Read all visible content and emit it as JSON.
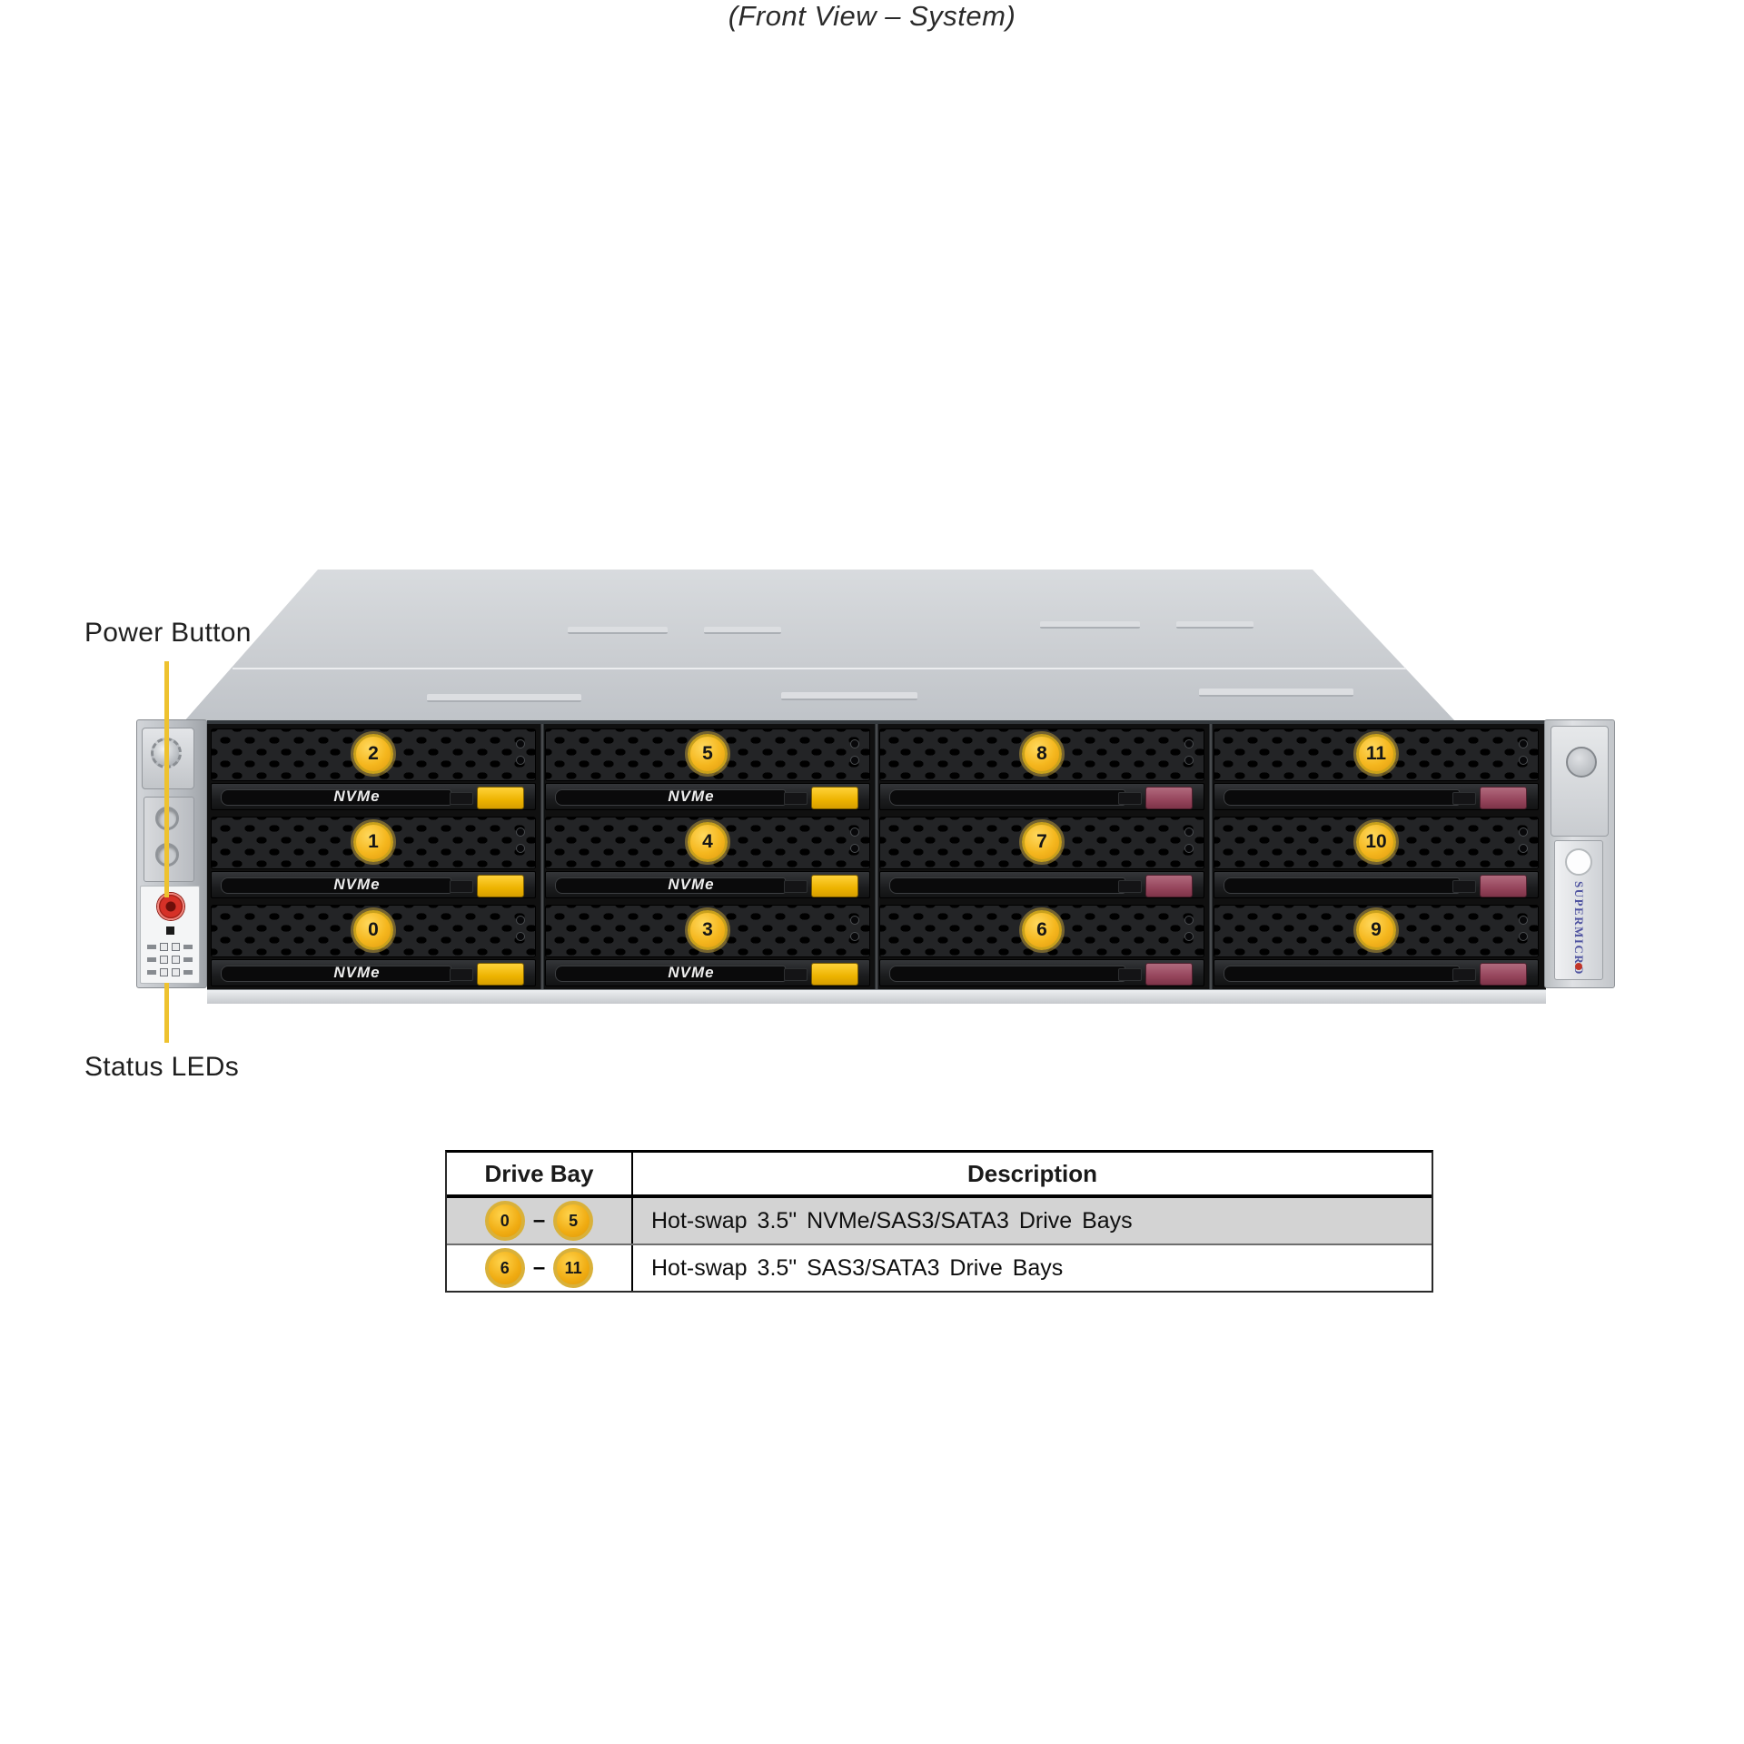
{
  "title": "(Front View – System)",
  "callouts": {
    "power_button": "Power Button",
    "status_leds": "Status LEDs"
  },
  "chassis": {
    "nvme_label": "NVMe",
    "logo": "SUPERMICRO",
    "bays": [
      {
        "num": "2",
        "type": "nvme"
      },
      {
        "num": "5",
        "type": "nvme"
      },
      {
        "num": "8",
        "type": "sas"
      },
      {
        "num": "11",
        "type": "sas"
      },
      {
        "num": "1",
        "type": "nvme"
      },
      {
        "num": "4",
        "type": "nvme"
      },
      {
        "num": "7",
        "type": "sas"
      },
      {
        "num": "10",
        "type": "sas"
      },
      {
        "num": "0",
        "type": "nvme"
      },
      {
        "num": "3",
        "type": "nvme"
      },
      {
        "num": "6",
        "type": "sas"
      },
      {
        "num": "9",
        "type": "sas"
      }
    ]
  },
  "table": {
    "headers": [
      "Drive Bay",
      "Description"
    ],
    "rows": [
      {
        "bay_from": "0",
        "dash": "–",
        "bay_to": "5",
        "description": "Hot-swap 3.5\" NVMe/SAS3/SATA3 Drive Bays",
        "shaded": true
      },
      {
        "bay_from": "6",
        "dash": "–",
        "bay_to": "11",
        "description": "Hot-swap 3.5\" SAS3/SATA3 Drive Bays",
        "shaded": false
      }
    ]
  },
  "colors": {
    "accent_yellow": "#F0B01F",
    "latch_yellow": "#EDB300",
    "latch_maroon": "#96455C",
    "callout_line": "#EEC22F",
    "logo_blue": "#4F53A0",
    "logo_dot_red": "#C13428",
    "power_red": "#D63127"
  }
}
